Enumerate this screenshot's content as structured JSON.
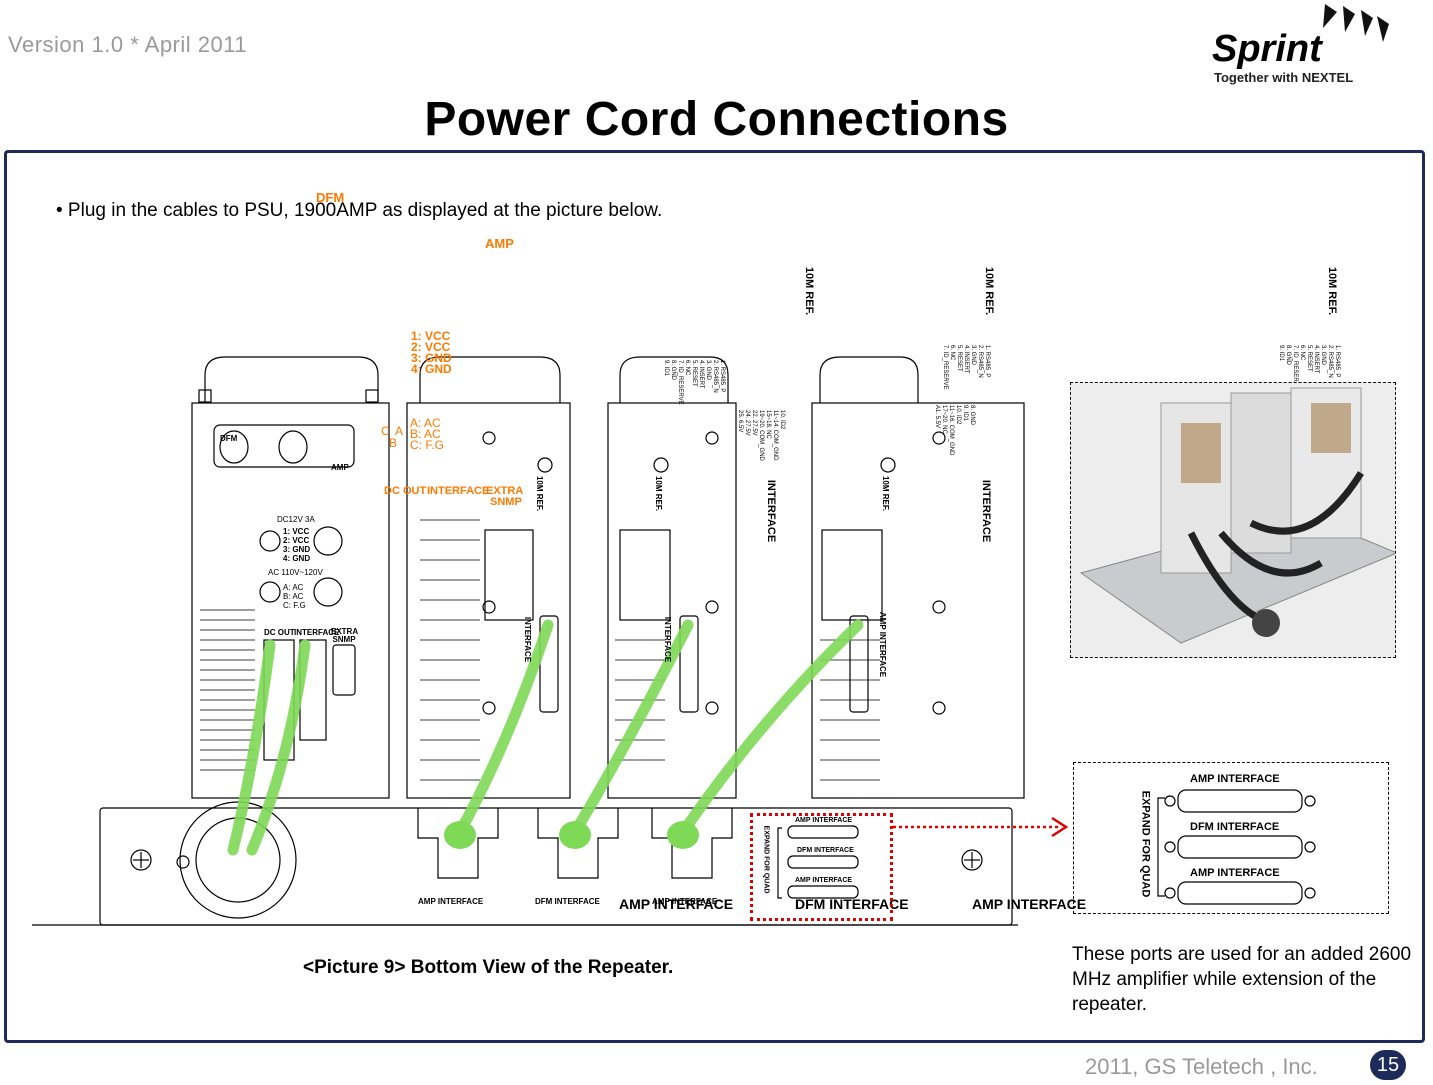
{
  "header": {
    "version": "Version 1.0 * April 2011",
    "logo_word": "Sprint",
    "logo_tagline": "Together with NEXTEL"
  },
  "title": "Power Cord Connections",
  "bullet": "• Plug in the cables to PSU, 1900AMP as displayed at the picture below.",
  "diagram": {
    "psu": {
      "dfm_port": "DFM",
      "amp_port": "AMP",
      "dc_rating": "DC12V 3A",
      "dc_pins": [
        "1: VCC",
        "2: VCC",
        "3: GND",
        "4: GND"
      ],
      "ac_rating": "AC 110V~120V",
      "ac_pins": [
        "A: AC",
        "B: AC",
        "C: F.G"
      ],
      "ports": [
        "DC OUT",
        "INTERFACE",
        "EXTRA SNMP"
      ]
    },
    "orange_labels": {
      "dfm": "DFM",
      "amp": "AMP",
      "dc_pins": [
        "1: VCC",
        "2: VCC",
        "3: GND",
        "4: GND"
      ],
      "ac_pins": [
        "A: AC",
        "B: AC",
        "C: F.G"
      ],
      "ac_letters": [
        "C",
        "A",
        "B"
      ],
      "ports": [
        "DC OUT",
        "INTERFACE",
        "EXTRA",
        "SNMP"
      ]
    },
    "module_ref": "10M REF.",
    "module_interface": "INTERFACE",
    "amp_interface_module": "AMP INTERFACE",
    "pinout_left": [
      "1. RS485_P",
      "2. RS485_N",
      "3. GND",
      "4. INSERT",
      "5. RESET",
      "6. NC",
      "7. ID_RESERVE",
      "8. GND",
      "9. ID1"
    ],
    "pinout_right_a": [
      "10. ID2",
      "11~14. COM_GND",
      "15~18. NC",
      "19~20. COM_GND",
      "22. 27.5V",
      "24. 27.5V",
      "25. 6.5V"
    ],
    "pinout_right_b": [
      "8. GND",
      "9. ID1",
      "10. ID2",
      "11~16. COM_GND",
      "17~20. NC",
      "A1. 5.5V"
    ],
    "module_pinout_short": [
      "1. RS485_P",
      "2. RS485_N",
      "3. GND",
      "4. INSERT",
      "5. RESET",
      "6. NC",
      "7. ID_RESERVE"
    ],
    "bottom_ports": [
      "AMP INTERFACE",
      "DFM INTERFACE",
      "AMP INTERFACE"
    ],
    "large_bottom_labels": [
      "AMP INTERFACE",
      "DFM INTERFACE",
      "AMP INTERFACE"
    ],
    "quad": {
      "side_label": "EXPAND FOR QUAD",
      "ports": [
        "AMP INTERFACE",
        "DFM INTERFACE",
        "AMP INTERFACE"
      ]
    }
  },
  "caption": "<Picture 9> Bottom View of the Repeater.",
  "note": "These ports are used for an added 2600 MHz amplifier while extension of the repeater.",
  "footer": {
    "company": "2011, GS Teletech , Inc.",
    "page": "15"
  },
  "colors": {
    "cable_green": "#7ed957",
    "label_orange": "#ff7a00",
    "frame_navy": "#1d2a5a",
    "highlight_red": "#e00000"
  }
}
